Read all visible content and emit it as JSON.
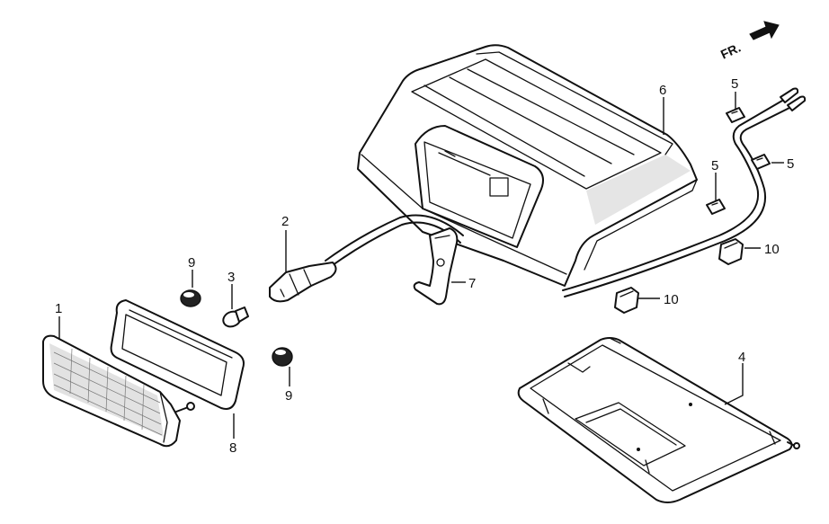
{
  "direction_indicator": {
    "text": "FR."
  },
  "callouts": [
    {
      "id": "c1",
      "text": "1"
    },
    {
      "id": "c2",
      "text": "2"
    },
    {
      "id": "c3",
      "text": "3"
    },
    {
      "id": "c4",
      "text": "4"
    },
    {
      "id": "c5a",
      "text": "5"
    },
    {
      "id": "c5b",
      "text": "5"
    },
    {
      "id": "c5c",
      "text": "5"
    },
    {
      "id": "c6",
      "text": "6"
    },
    {
      "id": "c7",
      "text": "7"
    },
    {
      "id": "c8",
      "text": "8"
    },
    {
      "id": "c9a",
      "text": "9"
    },
    {
      "id": "c9b",
      "text": "9"
    },
    {
      "id": "c10a",
      "text": "10"
    },
    {
      "id": "c10b",
      "text": "10"
    }
  ]
}
